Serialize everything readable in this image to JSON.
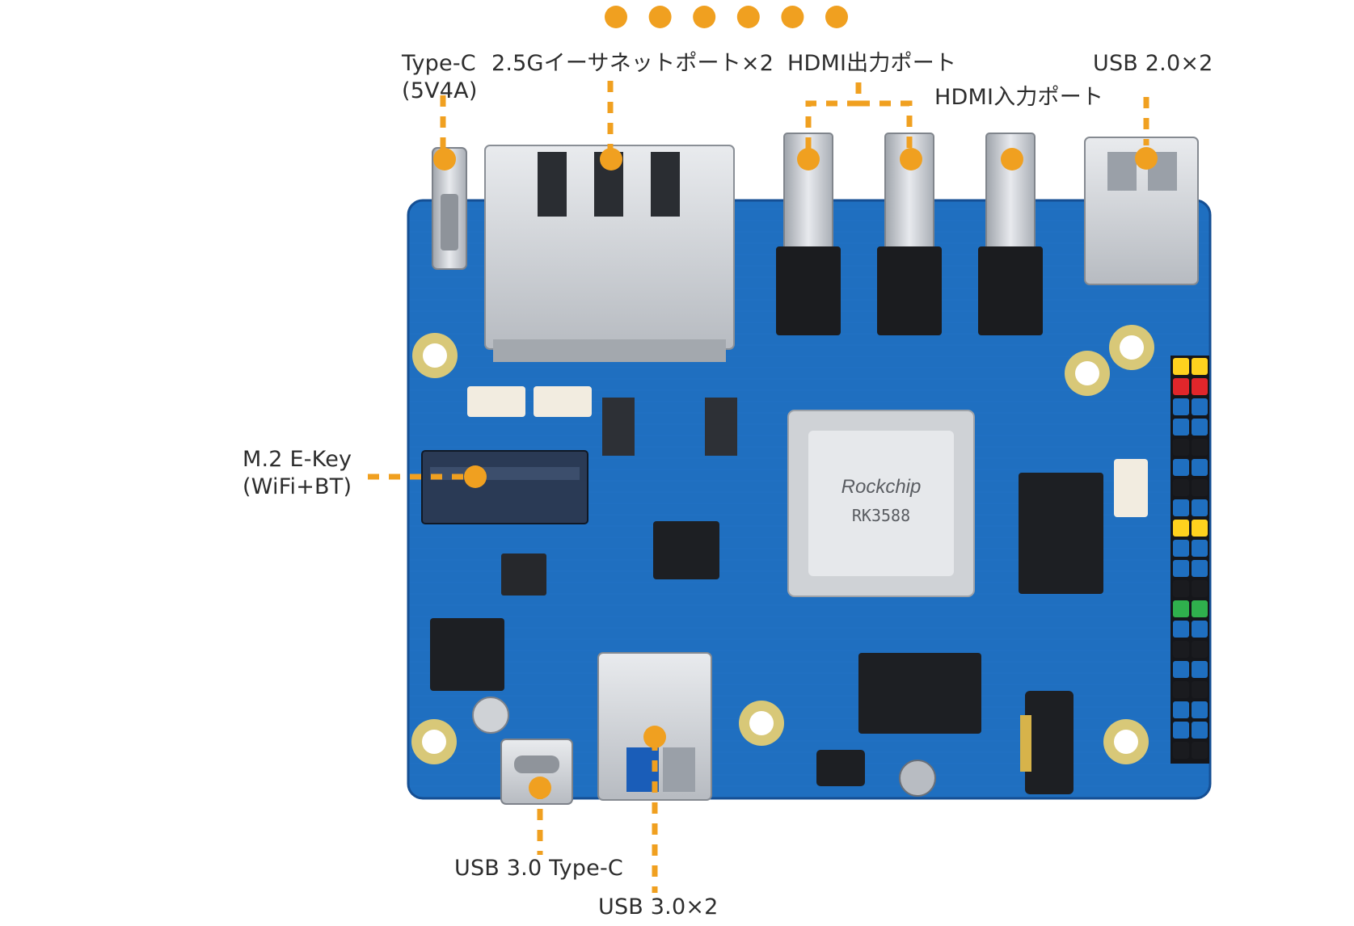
{
  "colors": {
    "accent": "#f0a020",
    "board": "#1f6fc0",
    "board_dark": "#154f94",
    "metal": "#c9ccd1",
    "text": "#2d2d2d"
  },
  "labels": {
    "type_c_power_line1": "Type-C",
    "type_c_power_line2": "(5V4A)",
    "ethernet": "2.5Gイーサネットポート×2",
    "hdmi_out": "HDMI出力ポート",
    "hdmi_in": "HDMI入力ポート",
    "usb2": "USB 2.0×2",
    "m2_line1": "M.2 E-Key",
    "m2_line2": "(WiFi+BT)",
    "usb3_typec": "USB 3.0 Type-C",
    "usb3": "USB 3.0×2"
  },
  "chip": {
    "brand": "Rockchip",
    "model": "RK3588"
  },
  "icons": [
    "dot-marker-icon"
  ]
}
